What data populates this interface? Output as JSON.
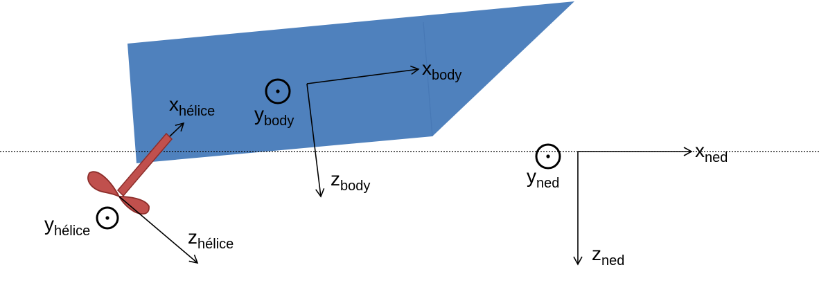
{
  "colors": {
    "hull_fill": "#4F81BD",
    "propeller_fill": "#C0504D",
    "propeller_stroke": "#8C2D2A",
    "axis_stroke": "#000000",
    "waterline_stroke": "#000000"
  },
  "frames": {
    "body": {
      "x": {
        "main": "x",
        "sub": "body"
      },
      "y": {
        "main": "y",
        "sub": "body"
      },
      "z": {
        "main": "z",
        "sub": "body"
      }
    },
    "ned": {
      "x": {
        "main": "x",
        "sub": "ned"
      },
      "y": {
        "main": "y",
        "sub": "ned"
      },
      "z": {
        "main": "z",
        "sub": "ned"
      }
    },
    "helice": {
      "x": {
        "main": "x",
        "sub": "hélice"
      },
      "y": {
        "main": "y",
        "sub": "hélice"
      },
      "z": {
        "main": "z",
        "sub": "hélice"
      }
    }
  },
  "icons": {
    "out_of_plane_axis": "circle-dot-icon",
    "propeller": "propeller-icon",
    "hull": "hull-shape"
  }
}
